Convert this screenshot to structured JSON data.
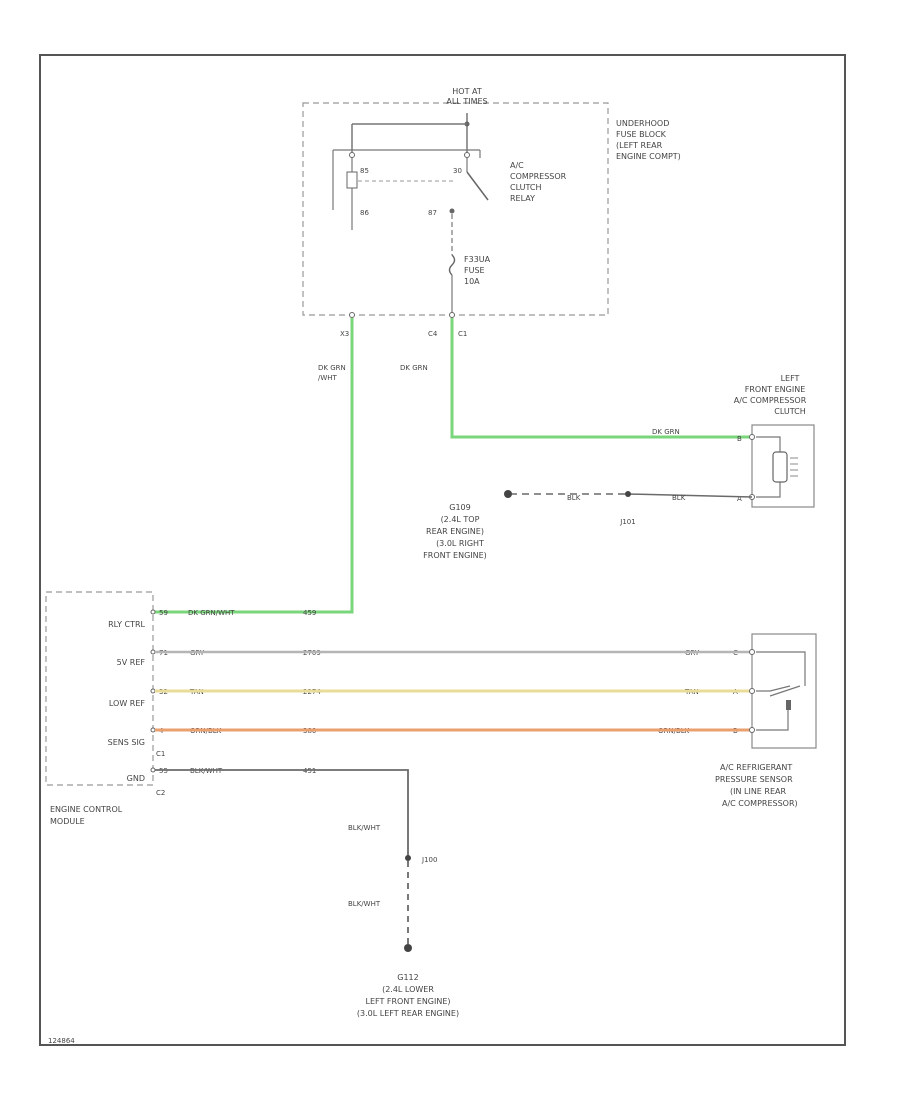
{
  "colors": {
    "border": "#555555",
    "line": "#777777",
    "dash": "#999999",
    "wire_green": "#7ad67a",
    "wire_gray": "#b5b5b5",
    "wire_tan": "#e8dc98",
    "wire_orange": "#eaa06e",
    "wire_black": "#6a6a6a"
  },
  "fuse_block": {
    "hot_at": "HOT AT",
    "hot_at_sub": "ALL TIMES",
    "title": [
      "UNDERHOOD",
      "FUSE BLOCK",
      "(LEFT REAR",
      "ENGINE COMPT)"
    ],
    "relay": [
      "A/C",
      "COMPRESSOR",
      "CLUTCH",
      "RELAY"
    ],
    "relay_pins": [
      "85",
      "30",
      "86",
      "87"
    ],
    "fuse": [
      "F33UA",
      "FUSE",
      "10A"
    ],
    "out_left": "X3",
    "out_right": [
      "C4",
      "C1"
    ]
  },
  "wires": {
    "relay_ctrl_color": [
      "DK GRN",
      "/WHT"
    ],
    "clutch_supply_color": "DK GRN",
    "clutch_supply_label": "DK GRN",
    "clutch_ground_color": [
      "BLK",
      "BLK"
    ]
  },
  "clutch": {
    "title": [
      "LEFT",
      "FRONT ENGINE",
      "A/C COMPRESSOR",
      "CLUTCH"
    ],
    "pins": [
      "B",
      "A"
    ]
  },
  "ground_top": {
    "id": "G109",
    "desc": [
      "(2.4L TOP",
      "REAR ENGINE)",
      "(3.0L RIGHT",
      "FRONT ENGINE)"
    ],
    "splice": "J101"
  },
  "ecm": {
    "title": [
      "ENGINE CONTROL",
      "MODULE"
    ],
    "rows": [
      {
        "label": "RLY CTRL",
        "pin": "59",
        "color": "DK GRN/WHT",
        "circuit": "459"
      },
      {
        "label": "5V REF",
        "pin": "71",
        "color": "GRY",
        "circuit": "2709",
        "end_color": "GRY",
        "end_pin": "C"
      },
      {
        "label": "LOW REF",
        "pin": "32",
        "color": "TAN",
        "circuit": "2274",
        "end_color": "TAN",
        "end_pin": "A"
      },
      {
        "label": "SENS SIG",
        "pin": "4",
        "color": "ORN/BLK",
        "circuit": "380",
        "end_color": "ORN/BLK",
        "end_pin": "B"
      },
      {
        "label": "GND",
        "pin": "55",
        "color": "BLK/WHT",
        "circuit": "451"
      }
    ],
    "connectors": [
      "C1",
      "C2"
    ]
  },
  "sensor": {
    "title": [
      "A/C REFRIGERANT",
      "PRESSURE SENSOR",
      "(IN LINE REAR",
      "A/C COMPRESSOR)"
    ]
  },
  "ground_bottom": {
    "wire_upper": "BLK/WHT",
    "splice": "J100",
    "wire_lower": "BLK/WHT",
    "id": "G112",
    "desc": [
      "(2.4L LOWER",
      "LEFT FRONT ENGINE)",
      "(3.0L LEFT REAR ENGINE)"
    ]
  },
  "footer": "124864"
}
